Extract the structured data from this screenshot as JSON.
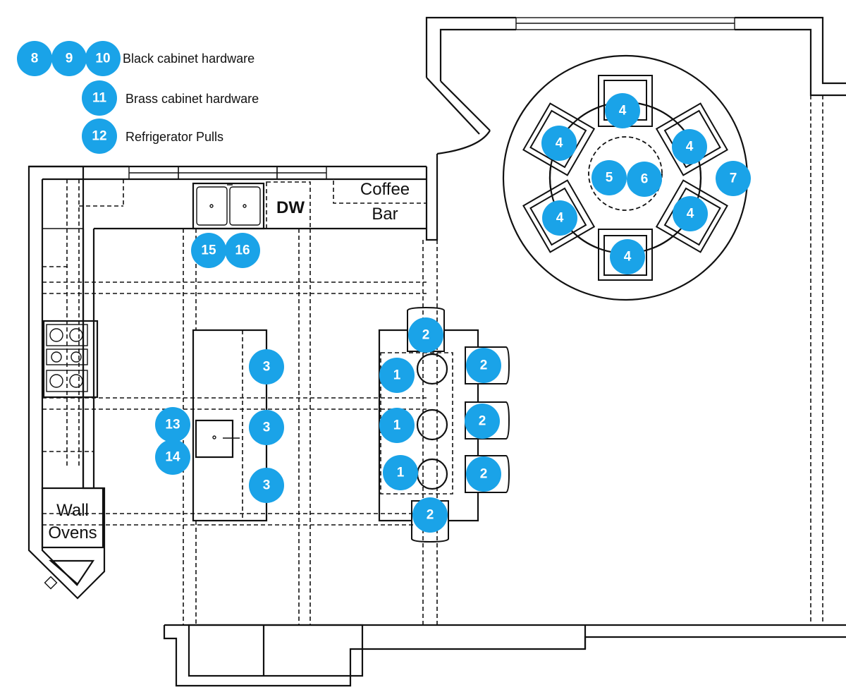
{
  "legend": [
    {
      "numbers": [
        "8",
        "9",
        "10"
      ],
      "text": "Black cabinet hardware"
    },
    {
      "numbers": [
        "11"
      ],
      "text": "Brass cabinet hardware"
    },
    {
      "numbers": [
        "12"
      ],
      "text": "Refrigerator Pulls"
    }
  ],
  "labels": {
    "dishwasher": "DW",
    "coffee_line1": "Coffee",
    "coffee_line2": "Bar",
    "wall_ovens_line1": "Wall",
    "wall_ovens_line2": "Ovens"
  },
  "markers": {
    "sink_15": "15",
    "sink_16": "16",
    "island_3_top": "3",
    "island_3_mid": "3",
    "island_3_bot": "3",
    "prep_13": "13",
    "prep_14": "14",
    "table_1_top": "1",
    "table_1_mid": "1",
    "table_1_bot": "1",
    "stool_2_top": "2",
    "stool_2_right_top": "2",
    "stool_2_right_mid": "2",
    "stool_2_right_bot": "2",
    "stool_2_bottom": "2",
    "dining_4_top": "4",
    "dining_4_upper_left": "4",
    "dining_4_upper_right": "4",
    "dining_4_lower_left": "4",
    "dining_4_lower_right": "4",
    "dining_4_bottom": "4",
    "pendant_5": "5",
    "pendant_6": "6",
    "chandelier_7": "7"
  },
  "colors": {
    "marker": "#1aa3e8",
    "line": "#111111"
  }
}
